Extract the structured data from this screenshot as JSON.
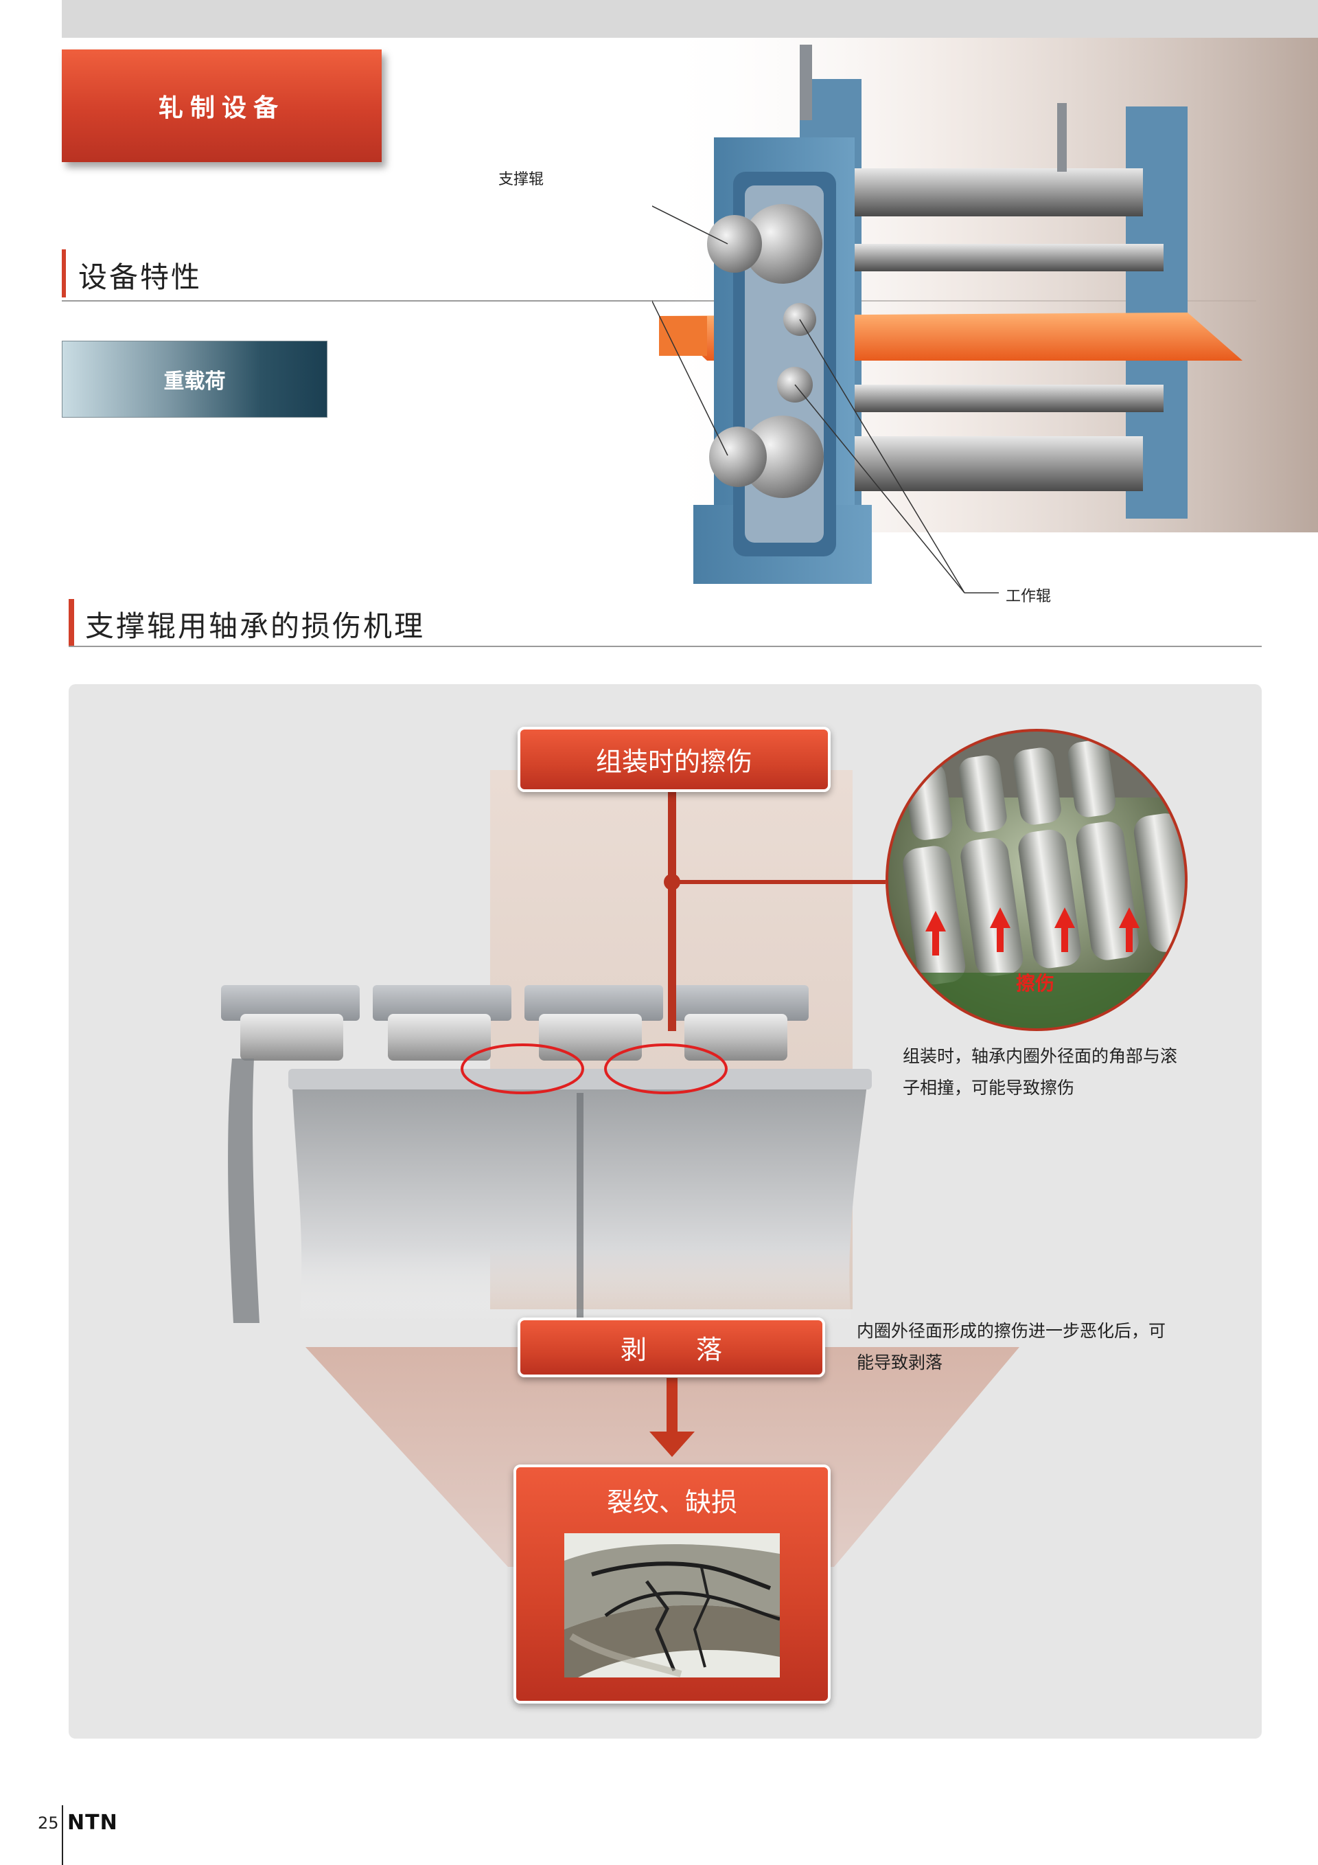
{
  "page": {
    "category_label": "轧制设备",
    "section1_title": "设备特性",
    "feature_tag": "重载荷",
    "section2_title": "支撑辊用轴承的损伤机理",
    "page_number": "25",
    "brand": "NTN"
  },
  "machine_diagram": {
    "label_backup_roll": "支撑辊",
    "label_work_roll": "工作辊"
  },
  "mechanism": {
    "step1": "组装时的擦伤",
    "photo_label": "擦伤",
    "step1_note": "组装时，轴承内圈外径面的角部与滚子相撞，可能导致擦伤",
    "step2": "剥 落",
    "step2_note": "内圈外径面形成的擦伤进一步恶化后，可能导致剥落",
    "step3": "裂纹、缺损"
  },
  "colors": {
    "accent_red": "#d2402a",
    "feature_blue": "#2c5264",
    "panel_gray": "#e6e6e6"
  }
}
